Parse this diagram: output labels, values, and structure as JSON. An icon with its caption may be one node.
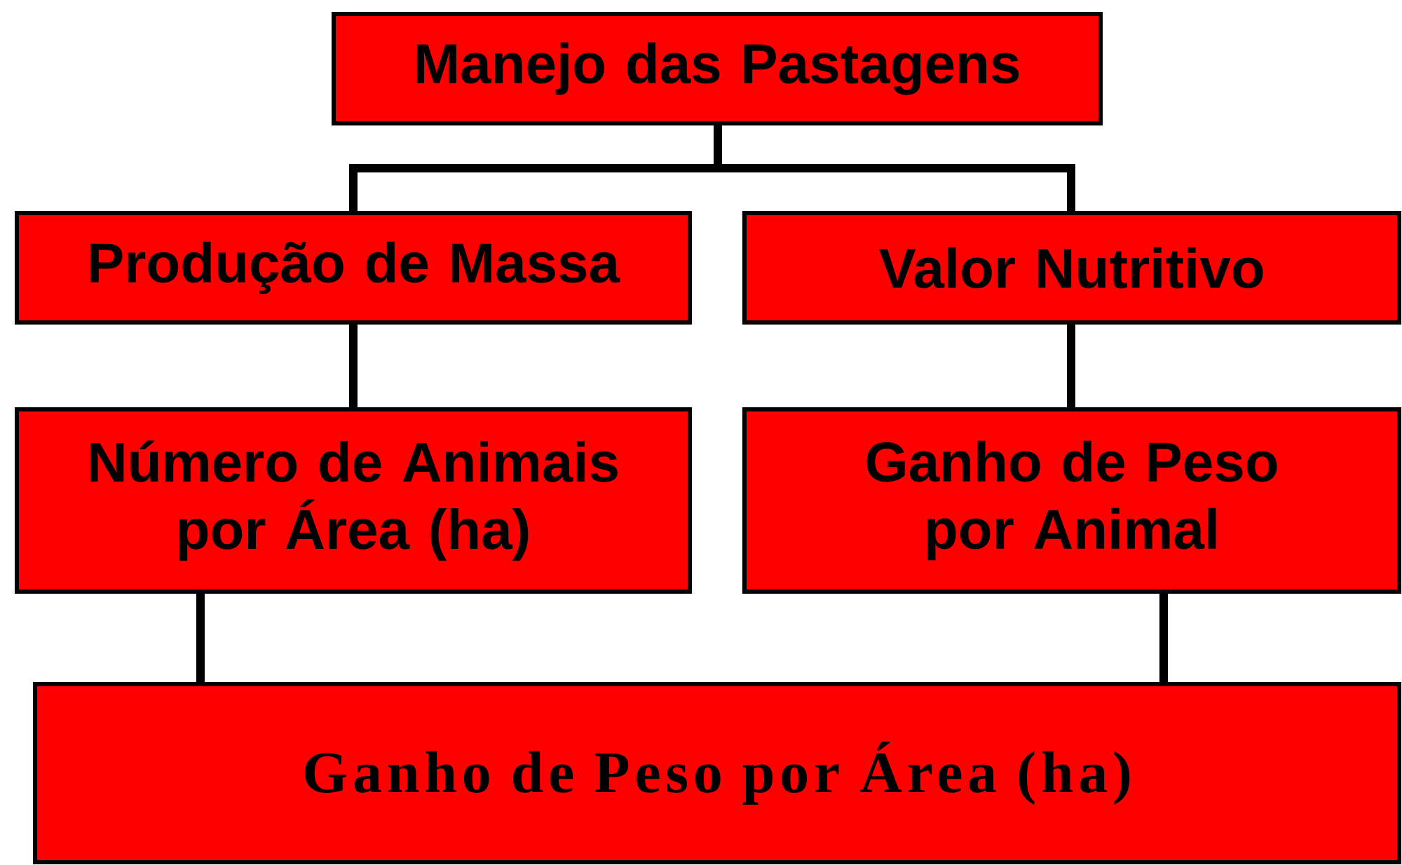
{
  "diagram": {
    "nodes": [
      {
        "text": [
          "Manejo das Pastagens"
        ]
      },
      {
        "text": [
          "Produção de Massa"
        ]
      },
      {
        "text": [
          "Valor Nutritivo"
        ]
      },
      {
        "text": [
          "Número de Animais por Área (ha)"
        ]
      },
      {
        "text": [
          "Ganho de Peso por Animal"
        ]
      },
      {
        "text": [
          "Ganho de Peso por Área (ha)"
        ]
      }
    ],
    "edges": [
      {
        "from": 0,
        "to": 1,
        "arrow": "none"
      },
      {
        "from": 0,
        "to": 2,
        "arrow": "none"
      },
      {
        "from": 1,
        "to": 3,
        "arrow": "none"
      },
      {
        "from": 2,
        "to": 4,
        "arrow": "none"
      },
      {
        "from": 3,
        "to": 5,
        "arrow": "none"
      },
      {
        "from": 4,
        "to": 5,
        "arrow": "none"
      }
    ]
  }
}
